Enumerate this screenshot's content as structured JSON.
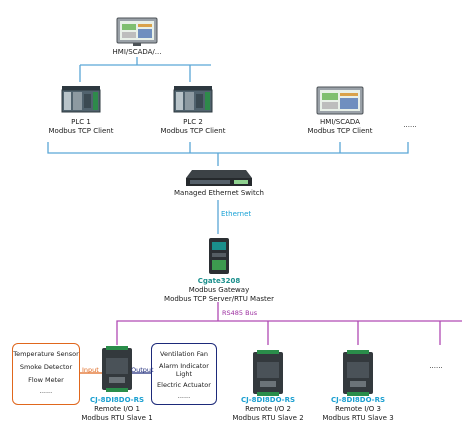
{
  "hmi_top": {
    "label": "HMI/SCADA/..."
  },
  "plc1": {
    "name": "PLC 1",
    "role": "Modbus TCP Client"
  },
  "plc2": {
    "name": "PLC 2",
    "role": "Modbus TCP Client"
  },
  "hmi_client": {
    "name": "HMI/SCADA",
    "role": "Modbus TCP Client"
  },
  "more_clients": "......",
  "switch": {
    "label": "Managed Ethernet Switch"
  },
  "ethernet_link": {
    "label": "Ethernet"
  },
  "gateway": {
    "model": "Cgate3208",
    "type": "Modbus Gateway",
    "role": "Modbus TCP Server/RTU Master"
  },
  "rs485_bus": {
    "label": "RS485 Bus"
  },
  "inputs_box": {
    "items": [
      "Temperature Sensor",
      "Smoke Detector",
      "Flow Meter",
      "......"
    ]
  },
  "outputs_box": {
    "items": [
      "Ventilation Fan",
      "Alarm Indicator Light",
      "Electric Actuator",
      "......"
    ]
  },
  "input_tag": "Input",
  "output_tag": "Output",
  "slaves": [
    {
      "model": "CJ-8DI8DO-RS",
      "name": "Remote I/O 1",
      "role": "Modbus RTU Slave 1"
    },
    {
      "model": "CJ-8DI8DO-RS",
      "name": "Remote I/O 2",
      "role": "Modbus RTU Slave 2"
    },
    {
      "model": "CJ-8DI8DO-RS",
      "name": "Remote I/O 3",
      "role": "Modbus RTU Slave 3"
    }
  ],
  "more_slaves": "......",
  "colors": {
    "ethernet": "#5aa6d6",
    "rs485": "#b04ab4",
    "input": "#e0671d",
    "output": "#1d2a7a",
    "model": "#1a8f8c"
  }
}
